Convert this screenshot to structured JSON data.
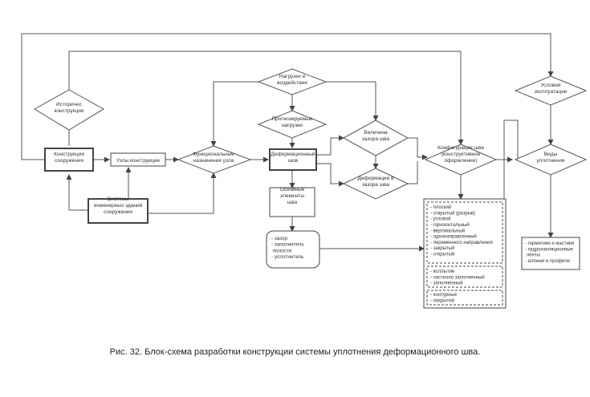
{
  "caption": "Рис. 32. Блок-схема разработки конструкции системы уплотнения деформационного шва.",
  "nodes": {
    "historical_structures": [
      "Историчес",
      "конструкции"
    ],
    "load_effects": [
      "Нагрузки и",
      "воздействия"
    ],
    "service_conditions": [
      "Условия",
      "эксплуатации"
    ],
    "expected_loads": [
      "Прогнозируемые",
      "нагрузки"
    ],
    "gap_size": [
      "Величина",
      "зазора шва"
    ],
    "structure": [
      "Конструкция",
      "сооружения"
    ],
    "structure_nodes": [
      "Узлы конструкции"
    ],
    "functional_nodes": [
      "Функциональные",
      "назначения узла"
    ],
    "deformation_joint": [
      "Деформационный",
      "шов"
    ],
    "joint_config": [
      "Конфигурация шва",
      "(конструктивное",
      "оформление)"
    ],
    "seal_types": [
      "Виды",
      "уплотнения"
    ],
    "gap_deformations": [
      "Деформации в",
      "зазоре шва"
    ],
    "engineering_systems": [
      "Системы",
      "инженерных зданий",
      "сооружения"
    ],
    "basic_elements": [
      "Основные",
      "элементы",
      "шва"
    ],
    "elements_list": [
      "- зазор",
      "- заполнитель",
      "  полости",
      "- уплотнитель"
    ],
    "config_group1": [
      "- плоский",
      "- открытый (разрыв)",
      "- угловой",
      "- горизонтальный",
      "- вертикальный",
      "- однонаправленный",
      "- переменного направления",
      "- закрытый",
      "- открытый"
    ],
    "config_group2": [
      "- всплытие",
      "- частично заполненный",
      "- заполненный"
    ],
    "config_group3": [
      "- контурные",
      "- покрытий"
    ],
    "seal_list": [
      "- герметики и мастики",
      "- гидроизоляционные",
      "  ленты",
      "- шпонки и профили"
    ]
  }
}
